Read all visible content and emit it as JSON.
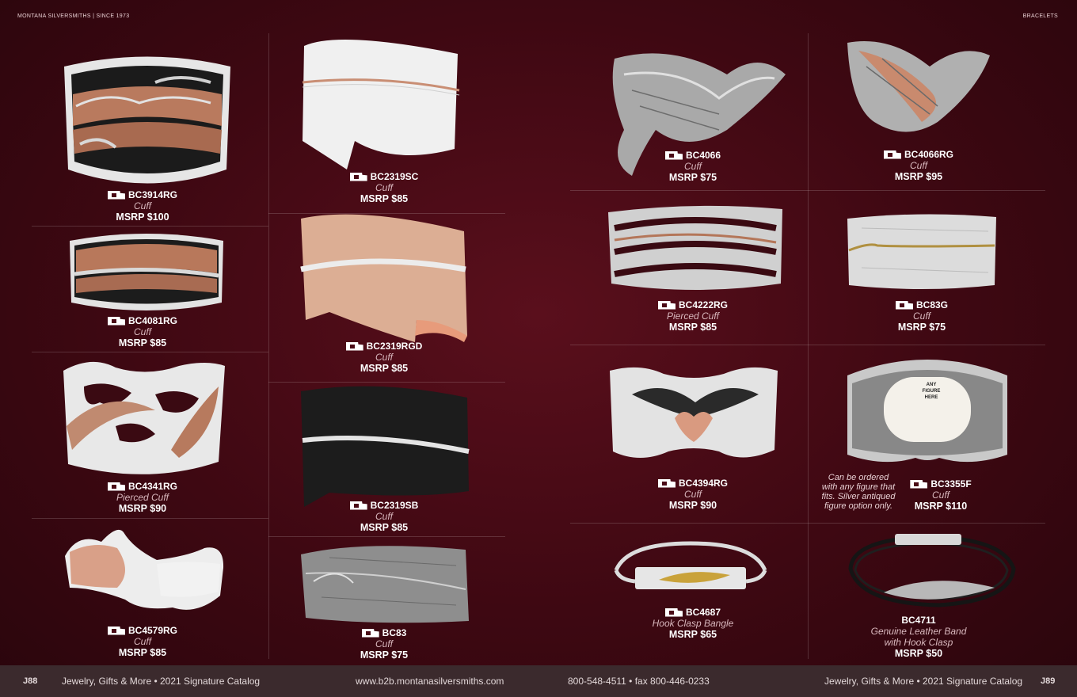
{
  "header": {
    "left": "MONTANA SILVERSMITHS  |  SINCE 1973",
    "right": "BRACELETS"
  },
  "colors": {
    "background": "#3e0812",
    "footer": "#3b2a2d",
    "silver": "#d8d8d8",
    "rose": "#c98e74",
    "black": "#1c1c1c"
  },
  "products": {
    "bc3914rg": {
      "sku": "BC3914RG",
      "type": "Cuff",
      "price": "MSRP $100",
      "icon": "montana-icon"
    },
    "bc4081rg": {
      "sku": "BC4081RG",
      "type": "Cuff",
      "price": "MSRP $85",
      "icon": "montana-icon"
    },
    "bc4341rg": {
      "sku": "BC4341RG",
      "type": "Pierced Cuff",
      "price": "MSRP $90",
      "icon": "montana-icon"
    },
    "bc4579rg": {
      "sku": "BC4579RG",
      "type": "Cuff",
      "price": "MSRP $85",
      "icon": "montana-icon"
    },
    "bc2319sc": {
      "sku": "BC2319SC",
      "type": "Cuff",
      "price": "MSRP $85",
      "icon": "montana-icon"
    },
    "bc2319rgd": {
      "sku": "BC2319RGD",
      "type": "Cuff",
      "price": "MSRP $85",
      "icon": "montana-icon"
    },
    "bc2319sb": {
      "sku": "BC2319SB",
      "type": "Cuff",
      "price": "MSRP $85",
      "icon": "montana-icon"
    },
    "bc83": {
      "sku": "BC83",
      "type": "Cuff",
      "price": "MSRP $75",
      "icon": "montana-icon"
    },
    "bc4066": {
      "sku": "BC4066",
      "type": "Cuff",
      "price": "MSRP $75",
      "icon": "montana-icon"
    },
    "bc4066rg": {
      "sku": "BC4066RG",
      "type": "Cuff",
      "price": "MSRP $95",
      "icon": "montana-icon"
    },
    "bc4222rg": {
      "sku": "BC4222RG",
      "type": "Pierced Cuff",
      "price": "MSRP $85",
      "icon": "montana-icon"
    },
    "bc83g": {
      "sku": "BC83G",
      "type": "Cuff",
      "price": "MSRP $75",
      "icon": "montana-icon"
    },
    "bc4394rg": {
      "sku": "BC4394RG",
      "type": "Cuff",
      "price": "MSRP $90",
      "icon": "montana-icon"
    },
    "bc3355f": {
      "sku": "BC3355F",
      "type": "Cuff",
      "price": "MSRP $110",
      "icon": "montana-icon",
      "note": [
        "Can be ordered",
        "with any figure that",
        "fits. Silver antiqued",
        "figure option only."
      ],
      "figure_text": [
        "ANY",
        "FIGURE",
        "HERE"
      ]
    },
    "bc4687": {
      "sku": "BC4687",
      "type": "Hook Clasp Bangle",
      "price": "MSRP $65",
      "icon": "montana-icon"
    },
    "bc4711": {
      "sku": "BC4711",
      "type_lines": [
        "Genuine Leather Band",
        "with Hook Clasp"
      ],
      "price": "MSRP $50"
    }
  },
  "footer": {
    "left_page": "J88",
    "left_title": "Jewelry, Gifts & More • 2021 Signature Catalog",
    "website": "www.b2b.montanasilversmiths.com",
    "phone": "800-548-4511 • fax 800-446-0233",
    "right_title": "Jewelry, Gifts & More • 2021 Signature Catalog",
    "right_page": "J89"
  }
}
